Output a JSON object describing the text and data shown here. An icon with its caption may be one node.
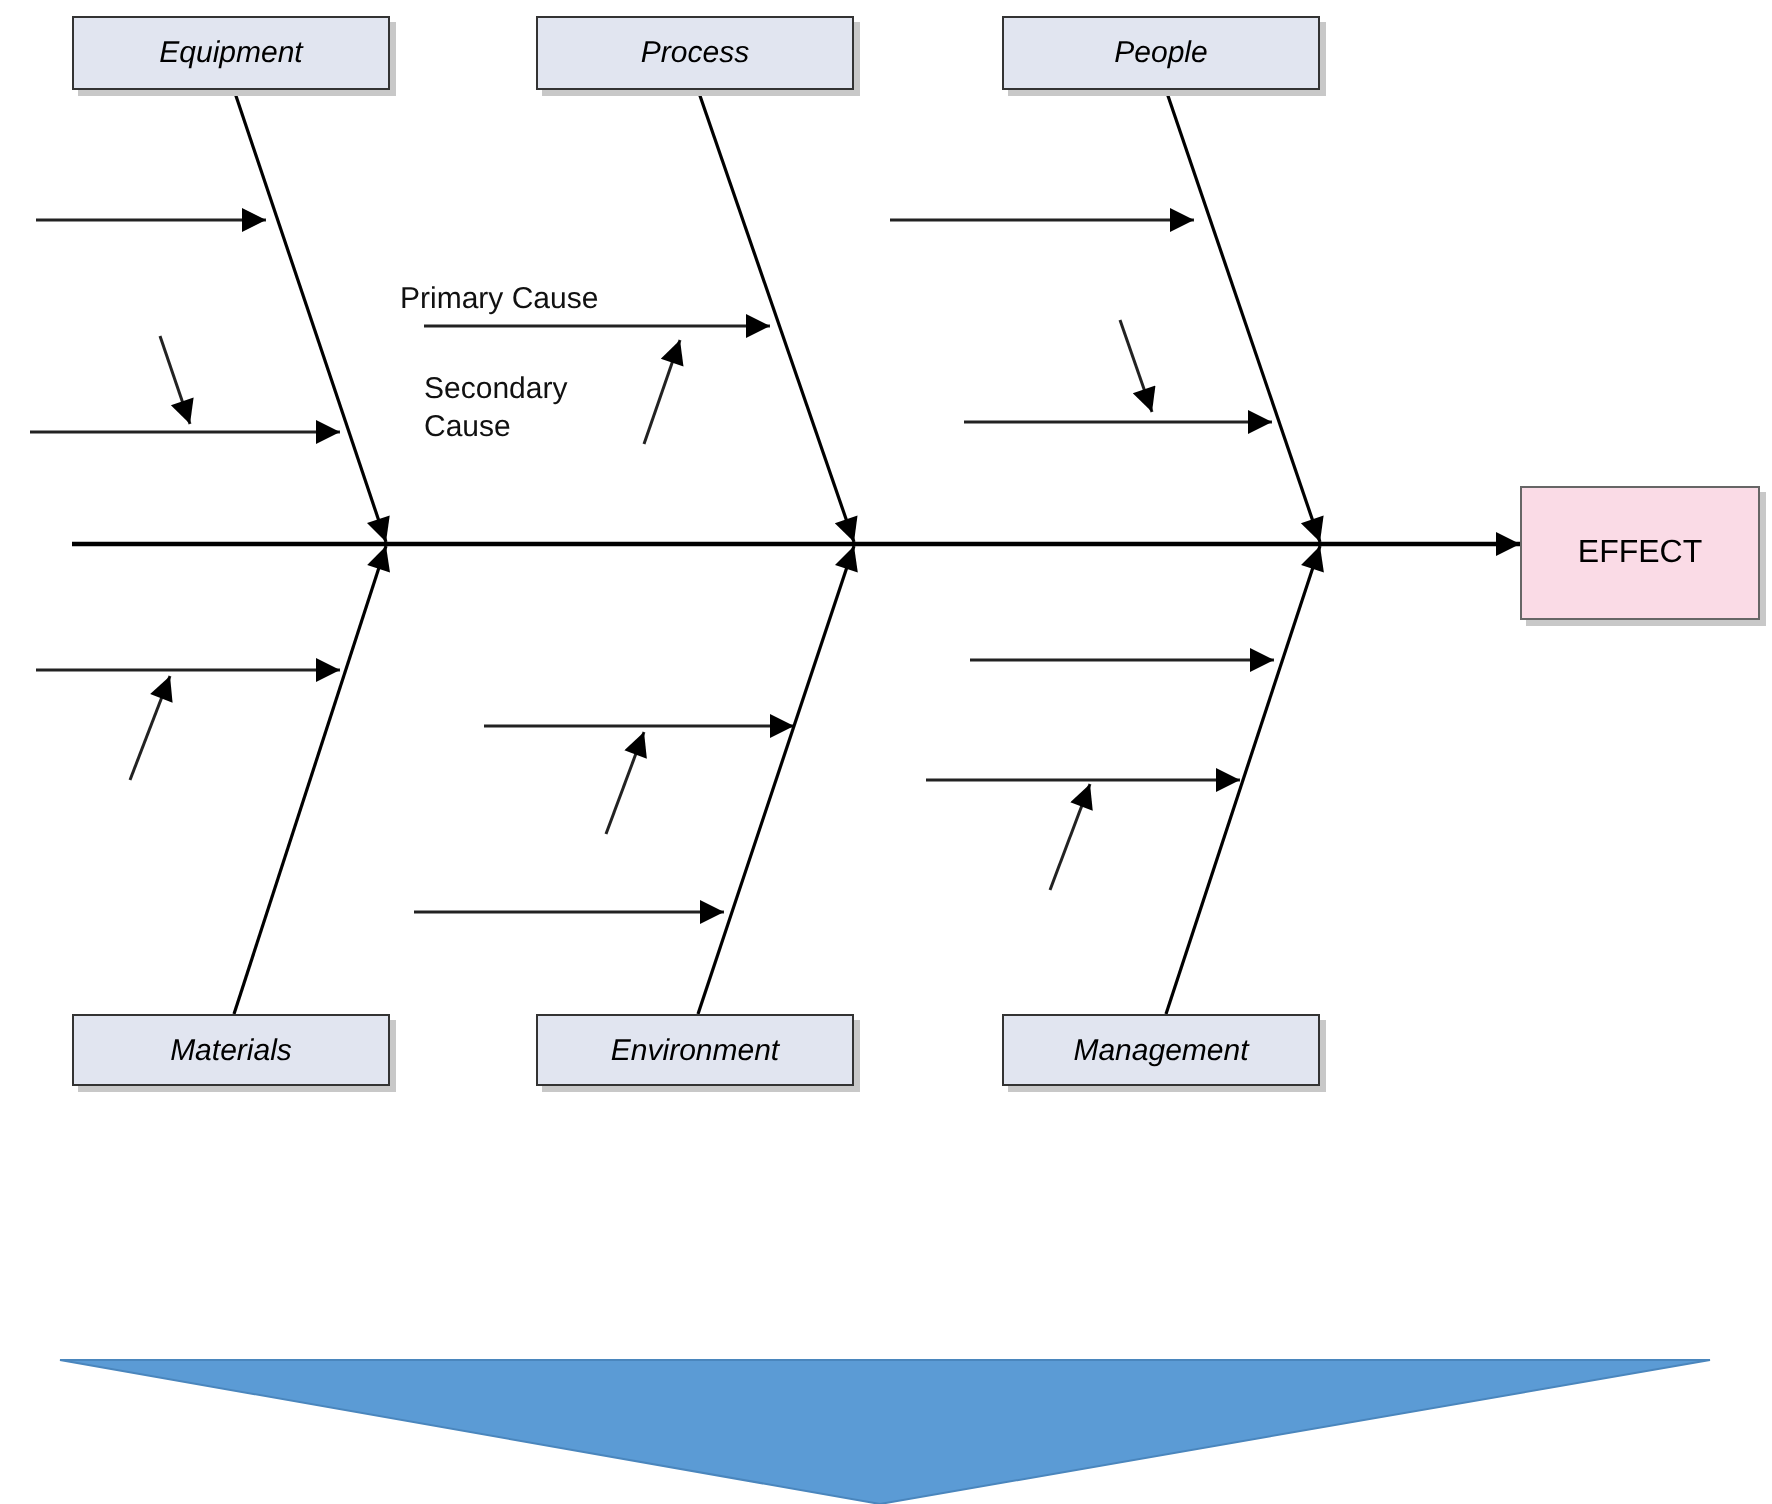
{
  "diagram": {
    "nodes": [
      {
        "text": [
          "Equipment"
        ]
      },
      {
        "text": [
          "Process"
        ]
      },
      {
        "text": [
          "People"
        ]
      },
      {
        "text": [
          "EFFECT"
        ]
      },
      {
        "text": [
          "Materials"
        ]
      },
      {
        "text": [
          "Environment"
        ]
      },
      {
        "text": [
          "Management"
        ]
      }
    ],
    "edges": [
      {
        "from": null,
        "to": 3,
        "arrow": "to"
      },
      {
        "from": 0,
        "to": null,
        "arrow": "to"
      },
      {
        "from": 1,
        "to": null,
        "arrow": "to"
      },
      {
        "from": 2,
        "to": null,
        "arrow": "to"
      },
      {
        "from": 4,
        "to": null,
        "arrow": "to"
      },
      {
        "from": 5,
        "to": null,
        "arrow": "to"
      },
      {
        "from": 6,
        "to": null,
        "arrow": "to"
      }
    ],
    "labels": [
      "Primary Cause",
      "Secondary Cause"
    ]
  }
}
